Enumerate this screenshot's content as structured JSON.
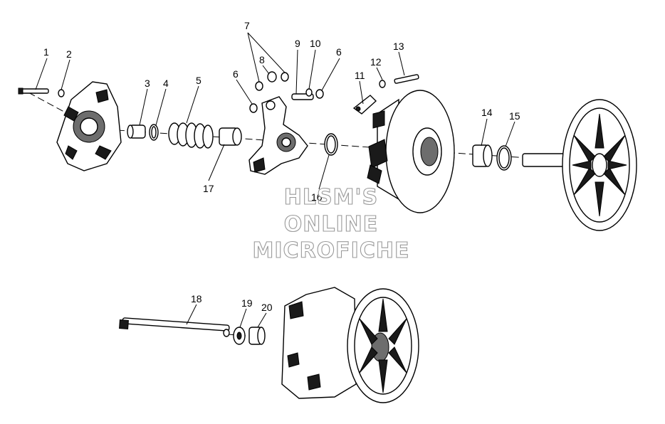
{
  "callouts": {
    "c1": "1",
    "c2": "2",
    "c3": "3",
    "c4": "4",
    "c5": "5",
    "c6a": "6",
    "c6b": "6",
    "c7": "7",
    "c8": "8",
    "c9": "9",
    "c10": "10",
    "c11": "11",
    "c12": "12",
    "c13": "13",
    "c14": "14",
    "c15": "15",
    "c16": "16",
    "c17": "17",
    "c18": "18",
    "c19": "19",
    "c20": "20"
  },
  "watermark": {
    "line1": "HLSM'S",
    "line2": "ONLINE",
    "line3": "MICROFICHE"
  }
}
